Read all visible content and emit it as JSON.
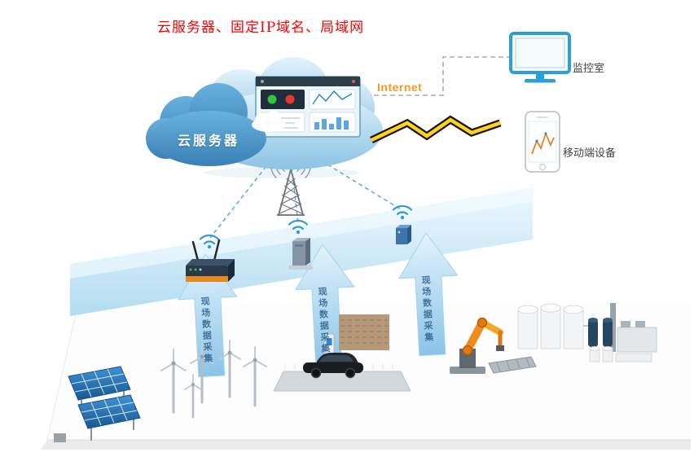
{
  "title": "云服务器、固定IP域名、局域网",
  "cloud": {
    "label": "云服务器"
  },
  "links": {
    "internet_label": "Internet"
  },
  "monitor": {
    "label": "监控室"
  },
  "mobile": {
    "label": "移动端设备"
  },
  "arrows": [
    {
      "label": "现场数据采集"
    },
    {
      "label": "现场数据采集"
    },
    {
      "label": "现场数据采集"
    }
  ],
  "icons": {
    "cloud": "cloud-shape",
    "dashboard": "dashboard-screenshot",
    "tower": "radio-tower-icon",
    "wifi": "wifi-icon",
    "monitor": "monitor-icon",
    "phone": "smartphone-icon",
    "lightning": "lightning-icon",
    "router": "router-gateway-device",
    "dtu": "dtu-device",
    "module": "io-module-device",
    "solar": "solar-panels",
    "wind": "wind-turbines",
    "ev": "ev-charging-station",
    "robot": "robot-arm",
    "plant": "factory-plant"
  },
  "colors": {
    "title_red": "#ff0000",
    "internet_orange": "#f59a23",
    "cloud_light": "#9fd0ec",
    "cloud_dark": "#4696cc",
    "accent_blue": "#2f9ad6",
    "lightning_yellow": "#ffd21e"
  }
}
